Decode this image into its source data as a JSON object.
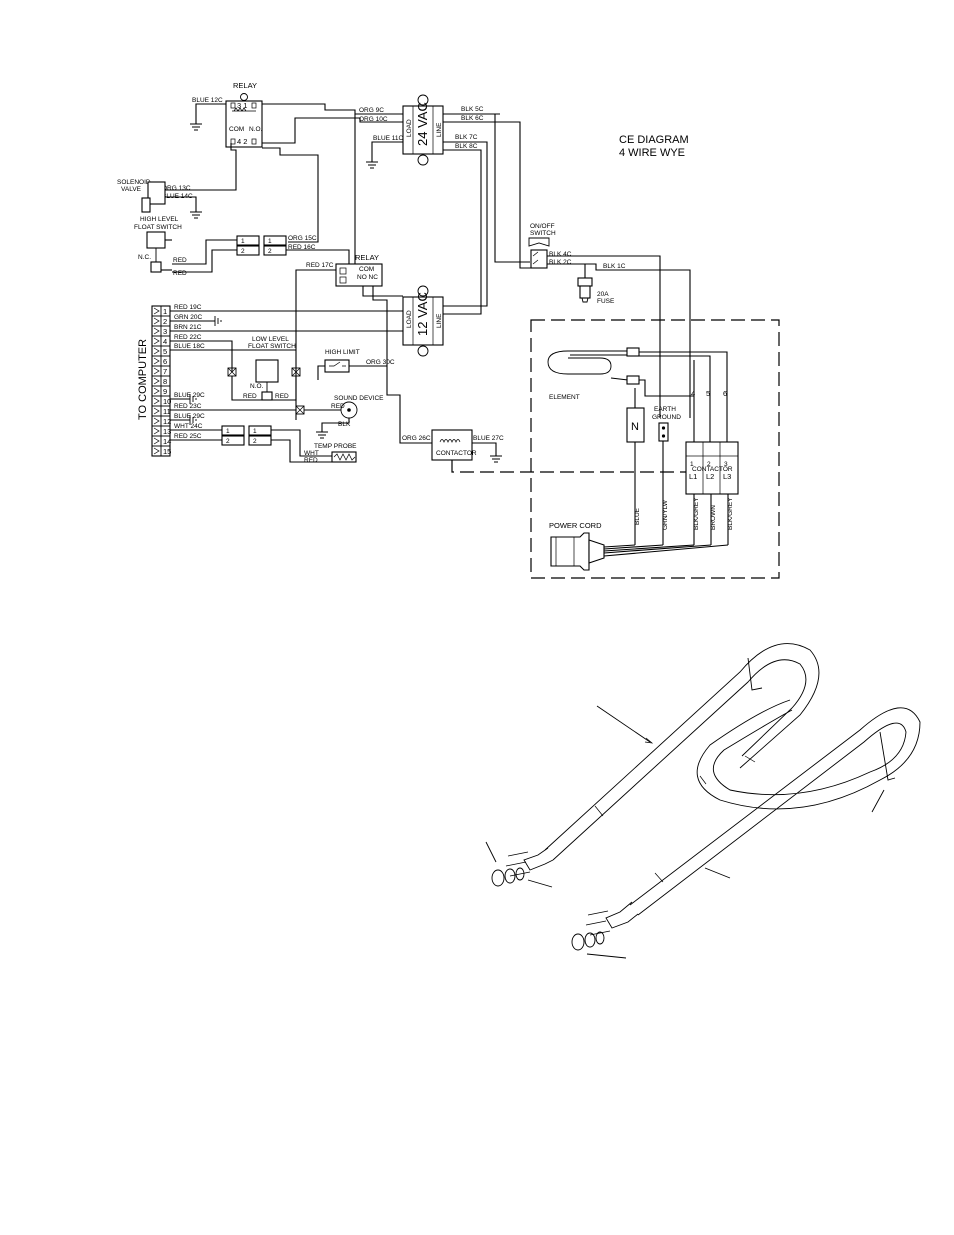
{
  "wiring": {
    "title_line1": "CE DIAGRAM",
    "title_line2": "4 WIRE WYE",
    "to_computer": "TO COMPUTER",
    "relay_top": {
      "title": "RELAY",
      "p31": "3 1",
      "com": "COM",
      "no": "N.O.",
      "p42": "4 2"
    },
    "relay_mid": {
      "title": "RELAY",
      "com": "COM",
      "nonc": "NO NC"
    },
    "transformer_24": {
      "name": "24 VAC",
      "load": "LOAD",
      "line": "LINE"
    },
    "transformer_12": {
      "name": "12 VAC",
      "load": "LOAD",
      "line": "LINE"
    },
    "solenoid_valve": {
      "line1": "SOLENOID",
      "line2": "VALVE"
    },
    "high_level_switch": {
      "line1": "HIGH LEVEL",
      "line2": "FLOAT SWITCH",
      "nc": "N.C.",
      "red1": "RED",
      "red2": "RED"
    },
    "low_level_switch": {
      "line1": "LOW LEVEL",
      "line2": "FLOAT SWITCH",
      "no": "N.O.",
      "red1": "RED",
      "red2": "RED"
    },
    "onoff_switch": {
      "line1": "ON/OFF",
      "line2": "SWITCH"
    },
    "fuse": {
      "line1": "20A",
      "line2": "FUSE"
    },
    "high_limit": "HIGH LIMIT",
    "sound_device": "SOUND DEVICE",
    "temp_probe": "TEMP PROBE",
    "contactor_small": "CONTACTOR",
    "contactor_big": "CONTACTOR",
    "element": "ELEMENT",
    "earth_ground": {
      "line1": "EARTH",
      "line2": "GROUND"
    },
    "power_cord": "POWER CORD",
    "neutral_symbol": "N",
    "contactor_terminals_top": [
      "1",
      "2",
      "3"
    ],
    "contactor_terminals_bottom": [
      "L1",
      "L2",
      "L3"
    ],
    "element_terminals": [
      "4",
      "5",
      "6"
    ],
    "vertical_wires": [
      "BLUE",
      "GRN/YLW",
      "BLK/GREY",
      "BROWN",
      "BLK/GREY"
    ],
    "terminal_numbers": [
      "1",
      "2",
      "3",
      "4",
      "5",
      "6",
      "7",
      "8",
      "9",
      "10",
      "11",
      "12",
      "13",
      "14",
      "15"
    ],
    "wire_labels": {
      "blue12c": "BLUE 12C",
      "orng13c": "ORG 13C",
      "blue14c": "BLUE 14C",
      "orng15c": "ORG 15C",
      "red16c": "RED 16C",
      "orng9c": "ORG 9C",
      "orng10c": "ORG 10C",
      "blue11c": "BLUE 11C",
      "blk5c": "BLK 5C",
      "blk6c": "BLK 6C",
      "blk7c": "BLK 7C",
      "blk8c": "BLK 8C",
      "blk4c": "BLK 4C",
      "blk2c": "BLK 2C",
      "blk1c": "BLK 1C",
      "red17c": "RED 17C",
      "red19c": "RED 19C",
      "grn20c": "GRN 20C",
      "brn21c": "BRN 21C",
      "red22c": "RED 22C",
      "blue18c": "BLUE 18C",
      "blue29c_a": "BLUE 29C",
      "red23c": "RED 23C",
      "blue29c_b": "BLUE 29C",
      "wht24c": "WHT 24C",
      "red25c": "RED 25C",
      "orng30c": "ORG 30C",
      "orng26c": "ORG 26C",
      "blue27c": "BLUE 27C",
      "red_sound": "RED",
      "blk_sound": "BLK",
      "wht_probe": "WHT",
      "red_probe": "RED"
    },
    "plug_pins": [
      "1",
      "2"
    ]
  }
}
